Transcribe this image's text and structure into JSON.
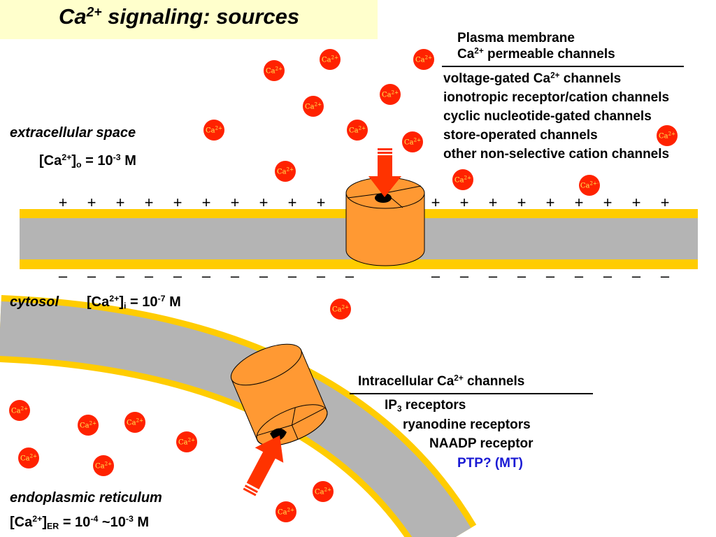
{
  "title": {
    "main": "Ca",
    "sup": "2+",
    "rest": " signaling: sources"
  },
  "extracellular": {
    "label": "extracellular space",
    "conc": {
      "pre": "[Ca",
      "sup": "2+",
      "close": "]",
      "sub": "o",
      "eq": " = 10",
      "exp": "-3",
      "unit": " M"
    }
  },
  "cytosol": {
    "label": "cytosol",
    "conc": {
      "pre": "[Ca",
      "sup": "2+",
      "close": "]",
      "sub": "i",
      "eq": " = 10",
      "exp": "-7",
      "unit": " M"
    }
  },
  "er": {
    "label": "endoplasmic reticulum",
    "conc": {
      "pre": "[Ca",
      "sup": "2+",
      "close": "]",
      "sub": "ER",
      "eq": " = 10",
      "exp1": "-4",
      "tilde": " ~10",
      "exp2": "-3",
      "unit": " M"
    }
  },
  "plasma_membrane": {
    "heading1": "Plasma membrane",
    "heading2": {
      "pre": "Ca",
      "sup": "2+",
      "rest": " permeable channels"
    },
    "items": [
      {
        "pre": "voltage-gated Ca",
        "sup": "2+",
        "rest": " channels"
      },
      {
        "pre": "ionotropic receptor/cation channels",
        "sup": "",
        "rest": ""
      },
      {
        "pre": "cyclic nucleotide-gated channels",
        "sup": "",
        "rest": ""
      },
      {
        "pre": "store-operated channels",
        "sup": "",
        "rest": ""
      },
      {
        "pre": "other non-selective cation channels",
        "sup": "",
        "rest": ""
      }
    ]
  },
  "intracellular": {
    "heading": {
      "pre": "Intracellular Ca",
      "sup": "2+",
      "rest": " channels"
    },
    "ip3": {
      "pre": "IP",
      "sub": "3",
      "rest": " receptors"
    },
    "ryanodine": "ryanodine receptors",
    "naadp": "NAADP receptor",
    "ptp": "PTP? (MT)"
  },
  "ion": {
    "text": "Ca",
    "sup": "2+",
    "alt_sup": "2+·"
  },
  "plus_sign": "+",
  "minus_sign": "–",
  "colors": {
    "ion_fill": "#ff2200",
    "ion_text": "#ffee55",
    "membrane_yellow": "#ffcc00",
    "membrane_gray": "#b4b4b4",
    "channel_orange": "#ff9933",
    "arrow_red": "#ff3300",
    "title_bg": "#ffffcc",
    "ptp_blue": "#1a1ad4"
  }
}
